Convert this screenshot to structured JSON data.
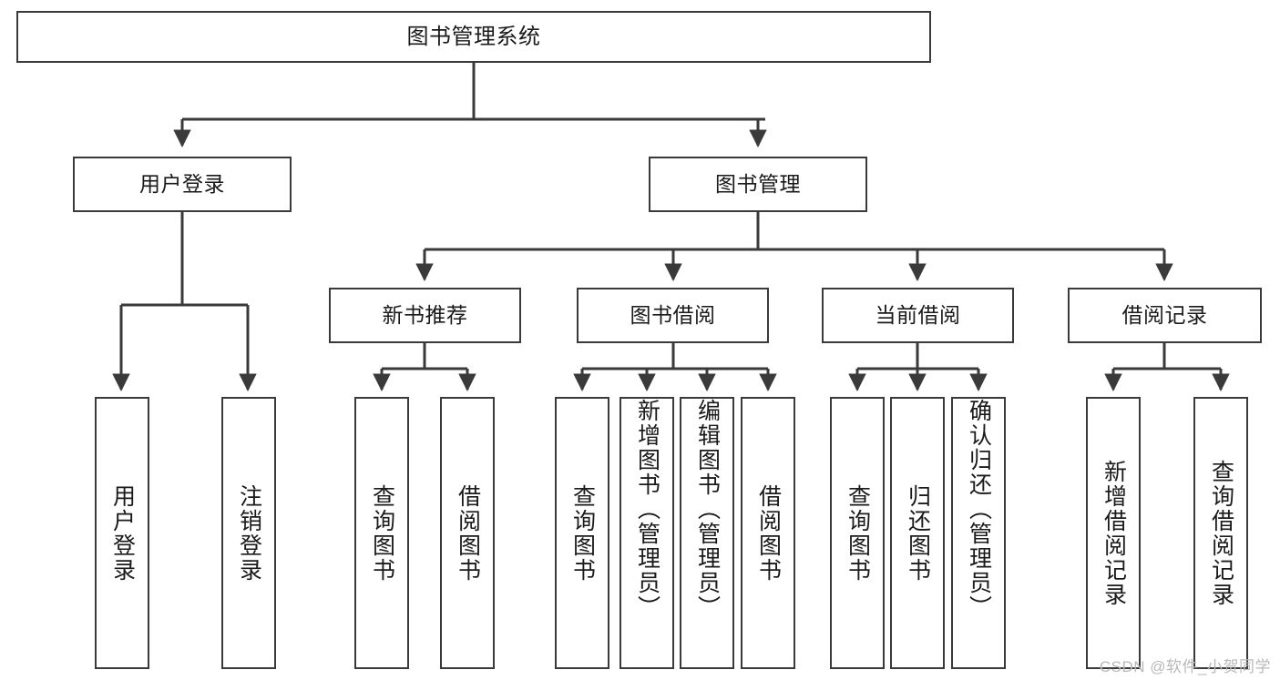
{
  "diagram": {
    "type": "tree-hierarchy",
    "title": "图书管理系统",
    "style": {
      "box_border_color": "#3a3a3a",
      "box_fill": "#ffffff",
      "connector_color": "#3a3a3a",
      "text_color": "#1a1a1a",
      "background": "#ffffff"
    },
    "nodes": {
      "root": {
        "label": "图书管理系统"
      },
      "level2": [
        {
          "id": "user-login",
          "label": "用户登录"
        },
        {
          "id": "book-management",
          "label": "图书管理"
        }
      ],
      "level3": [
        {
          "id": "new-book-recommend",
          "label": "新书推荐"
        },
        {
          "id": "book-borrow",
          "label": "图书借阅"
        },
        {
          "id": "current-borrow",
          "label": "当前借阅"
        },
        {
          "id": "borrow-record",
          "label": "借阅记录"
        }
      ],
      "leaves": {
        "user_login": [
          {
            "id": "leaf-user-login",
            "label": "用户登录"
          },
          {
            "id": "leaf-logout-login",
            "label": "注销登录"
          }
        ],
        "new_book_recommend": [
          {
            "id": "leaf-query-book-1",
            "label": "查询图书"
          },
          {
            "id": "leaf-borrow-book-1",
            "label": "借阅图书"
          }
        ],
        "book_borrow": [
          {
            "id": "leaf-query-book-2",
            "label": "查询图书"
          },
          {
            "id": "leaf-add-book",
            "label": "新增图书（管理员）"
          },
          {
            "id": "leaf-edit-book",
            "label": "编辑图书（管理员）"
          },
          {
            "id": "leaf-borrow-book-2",
            "label": "借阅图书"
          }
        ],
        "current_borrow": [
          {
            "id": "leaf-query-book-3",
            "label": "查询图书"
          },
          {
            "id": "leaf-return-book",
            "label": "归还图书"
          },
          {
            "id": "leaf-confirm-return",
            "label": "确认归还（管理员）"
          }
        ],
        "borrow_record": [
          {
            "id": "leaf-add-borrow-record",
            "label": "新增借阅记录"
          },
          {
            "id": "leaf-query-borrow-record",
            "label": "查询借阅记录"
          }
        ]
      }
    }
  },
  "watermark": {
    "text": "CSDN @软件_小贺同学"
  }
}
